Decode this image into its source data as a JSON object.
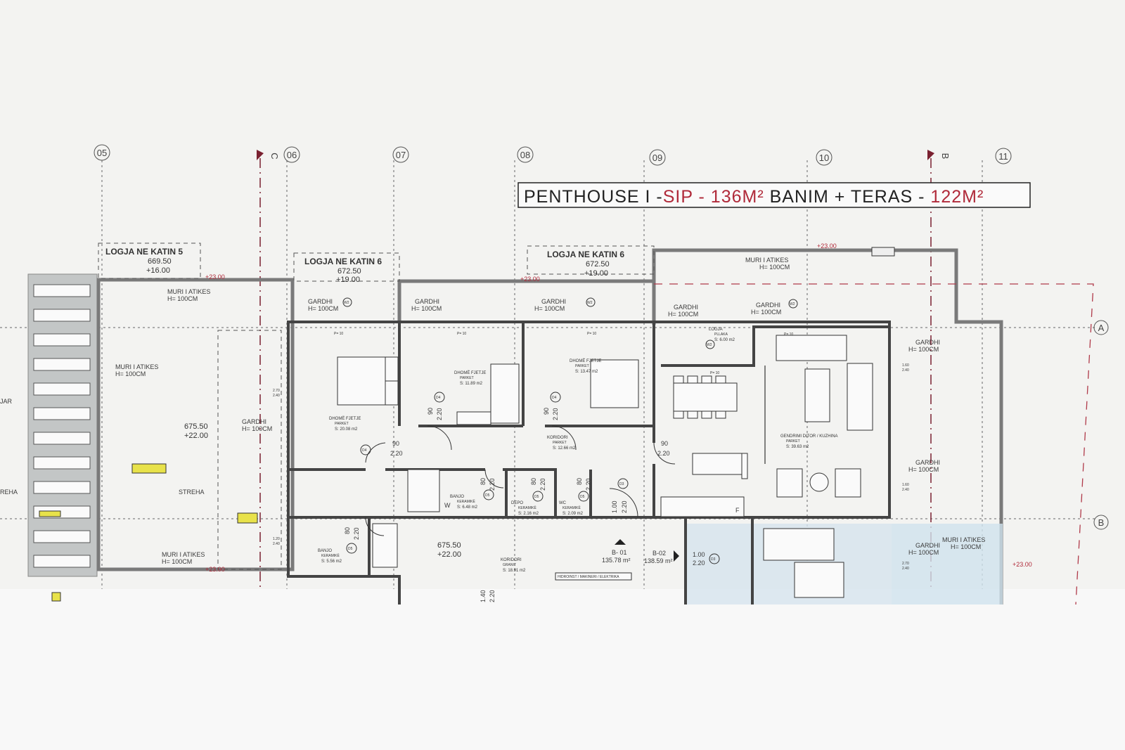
{
  "title": {
    "part1": "PENTHOUSE I -",
    "part2": "SIP - 136M²",
    "part3": " BANIM + TERAS - ",
    "part4": "122M²"
  },
  "axes": {
    "vertical": [
      "05",
      "06",
      "07",
      "08",
      "09",
      "10",
      "11"
    ],
    "horizontal": [
      "A",
      "B"
    ],
    "sections": [
      "C",
      "B"
    ]
  },
  "loggias": [
    {
      "name": "LOGJA NE KATIN 5",
      "abs": "669.50",
      "rel": "+16.00"
    },
    {
      "name": "LOGJA NE KATIN 6",
      "abs": "672.50",
      "rel": "+19.00"
    },
    {
      "name": "LOGJA NE KATIN 6",
      "abs": "672.50",
      "rel": "+19.00"
    }
  ],
  "levels": [
    {
      "abs": "675.50",
      "rel": "+22.00"
    },
    {
      "abs": "675.50",
      "rel": "+22.00"
    }
  ],
  "parapet_level": "+23.00",
  "notes": {
    "muri_title": "MURI I ATIKES",
    "muri_h": "H= 100CM",
    "gardhi_title": "GARDHI",
    "gardhi_h": "H= 100CM",
    "streha": "STREHA",
    "left_cut": "JAR",
    "left_streha": "REHA",
    "services": "HIDROINST / MAKINERI / ELEKTRIKA"
  },
  "rooms": [
    {
      "name": "DHOMË FJETJE",
      "floor": "PARKET",
      "area": "S: 20.08 m2"
    },
    {
      "name": "DHOMË FJETJE",
      "floor": "PARKET",
      "area": "S: 11.89 m2"
    },
    {
      "name": "DHOMË FJETJE",
      "floor": "PARKET",
      "area": "S: 13.47 m2"
    },
    {
      "name": "KORIDORI",
      "floor": "PARKET",
      "area": "S: 12.66 m2"
    },
    {
      "name": "GENDRIMI DITOR / KUZHINA",
      "floor": "PARKET",
      "area": "S: 39.63 m2"
    },
    {
      "name": "LOGJA",
      "floor": "PLLAKA",
      "area": "S: 6.00 m2"
    },
    {
      "name": "BANJO",
      "floor": "KERAMIKË",
      "area": "S: 6.48 m2"
    },
    {
      "name": "DEPO",
      "floor": "KERAMIKË",
      "area": "S: 2.16 m2"
    },
    {
      "name": "WC",
      "floor": "KERAMIKË",
      "area": "S: 2.09 m2"
    },
    {
      "name": "BANJO",
      "floor": "KERAMIKË",
      "area": "S: 5.56 m2"
    },
    {
      "name": "KORIDORI",
      "floor": "GRANIT",
      "area": "S: 18.91 m2"
    }
  ],
  "units": [
    {
      "id": "B- 01",
      "area": "135.78 m²"
    },
    {
      "id": "B-02",
      "area": "138.59 m²"
    }
  ],
  "doors": {
    "d3": "D3",
    "d4": "D4",
    "d5": "D5",
    "w2": "W2"
  },
  "dims": {
    "w90": "90",
    "w80": "80",
    "w100": "1.00",
    "h220": "2.20",
    "sill": "P= 10",
    "win_a": "1.60",
    "win_b": "2.40",
    "win_c": "2.70",
    "win_d": "1.20",
    "win_e": "1.40",
    "fridge": "F",
    "wash": "W"
  },
  "colors": {
    "accent_red": "#b02a3a",
    "wall": "#444444",
    "terrace_blue": "#cfe2ee",
    "roof_gray": "#bfc2c2"
  }
}
